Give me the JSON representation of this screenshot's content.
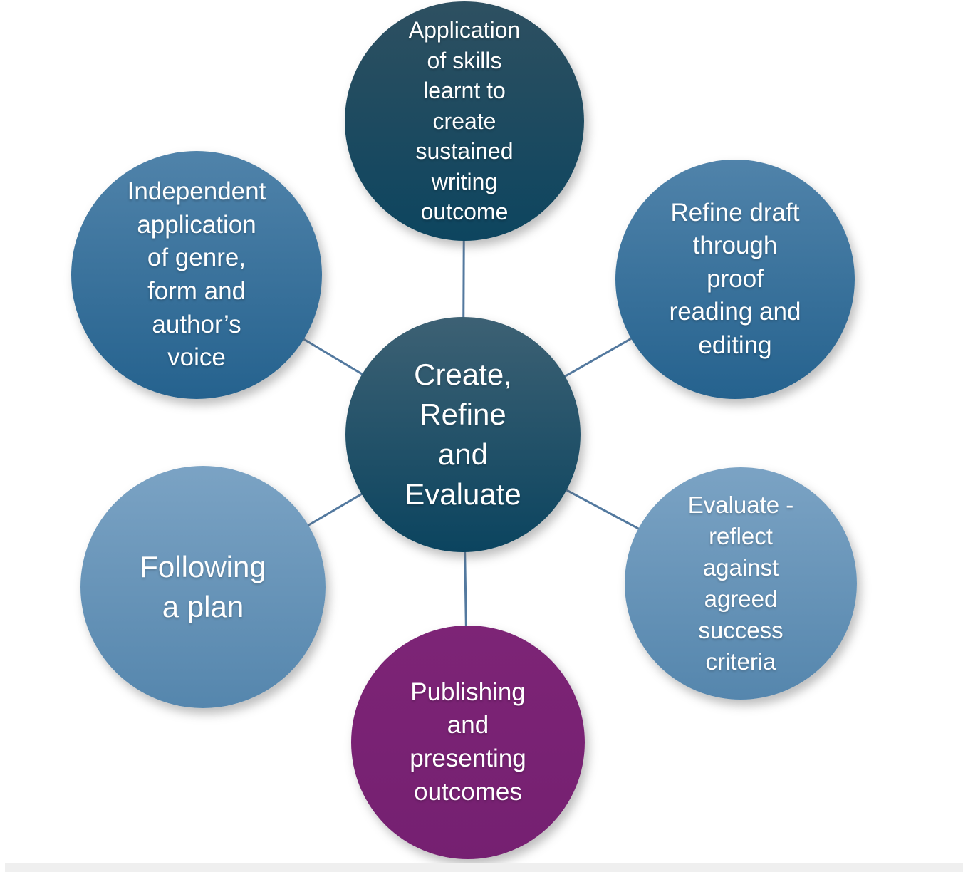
{
  "diagram": {
    "type": "radial-cycle",
    "center_node": {
      "label": "Create, Refine and Evaluate"
    },
    "nodes": [
      {
        "position": "top",
        "label": "Application of skills learnt to create sustained writing outcome"
      },
      {
        "position": "upper-left",
        "label": "Independent application of genre, form and author’s voice"
      },
      {
        "position": "upper-right",
        "label": "Refine draft through proof reading and editing"
      },
      {
        "position": "lower-left",
        "label": "Following a plan"
      },
      {
        "position": "lower-right",
        "label": "Evaluate - reflect against agreed success criteria"
      },
      {
        "position": "bottom",
        "label": "Publishing and presenting outcomes"
      }
    ]
  },
  "theme": {
    "center_top": "#3d6174",
    "center_bottom": "#0b445f",
    "dark_top": "#2e5061",
    "dark_bottom": "#0d455f",
    "mid_top": "#5083aa",
    "mid_bottom": "#25628e",
    "light_top": "#7ba3c4",
    "light_bottom": "#5586ad",
    "purple_top": "#7d2476",
    "purple_bottom": "#752071",
    "line_color": "#53799f",
    "text_color": "#ffffff",
    "scrollbar_bg": "#efefef",
    "scrollbar_border": "#c9c9c9"
  }
}
